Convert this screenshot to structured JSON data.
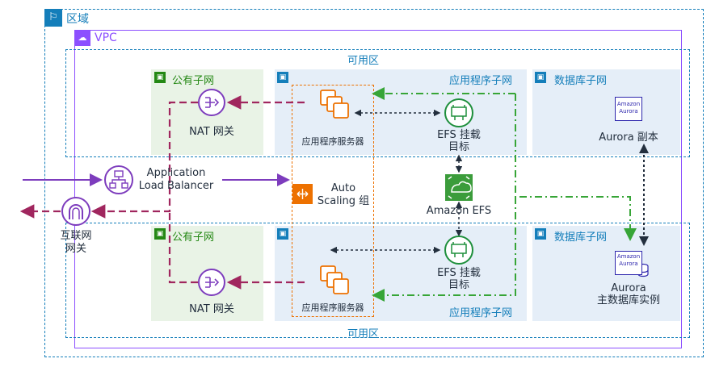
{
  "region": {
    "label": "区域",
    "icon": "flag-icon"
  },
  "vpc": {
    "label": "VPC",
    "icon": "cloud-lock-icon"
  },
  "availability_zones": [
    {
      "label": "可用区"
    },
    {
      "label": "可用区"
    }
  ],
  "subnets": {
    "public_top": "公有子网",
    "public_bottom": "公有子网",
    "app_top": "应用程序子网",
    "app_bottom": "应用程序子网",
    "db_top": "数据库子网",
    "db_bottom": "数据库子网"
  },
  "nodes": {
    "nat_top": "NAT 网关",
    "nat_bottom": "NAT 网关",
    "app_server_top": "应用程序服务器",
    "app_server_bottom": "应用程序服务器",
    "efs_mount_top": [
      "EFS 挂载",
      "目标"
    ],
    "efs_mount_bottom": [
      "EFS 挂载",
      "目标"
    ],
    "efs": "Amazon EFS",
    "aurora_replica": "Aurora 副本",
    "aurora_primary": [
      "Aurora",
      "主数据库实例"
    ],
    "alb": [
      "Application",
      "Load Balancer"
    ],
    "asg": [
      "Auto",
      "Scaling 组"
    ],
    "igw": [
      "互联网",
      "网关"
    ],
    "aurora_logo": [
      "Amazon",
      "Aurora"
    ]
  },
  "colors": {
    "region": "#147eba",
    "vpc": "#8c4fff",
    "public": "#248814",
    "nat_arrow": "#a0265e",
    "efs_green": "#3b9c3b",
    "asg_orange": "#ed7100",
    "app_dash": "#37a537"
  }
}
